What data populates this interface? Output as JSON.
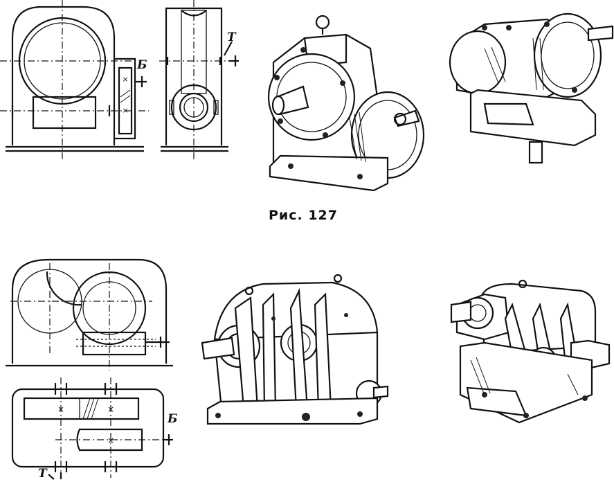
{
  "figure": {
    "caption": "Рис. 127"
  },
  "labels": {
    "top_b": "Б",
    "top_t": "Т",
    "bottom_b": "Б",
    "bottom_t": "Т"
  },
  "colors": {
    "ink": "#111111",
    "paper": "#ffffff"
  }
}
